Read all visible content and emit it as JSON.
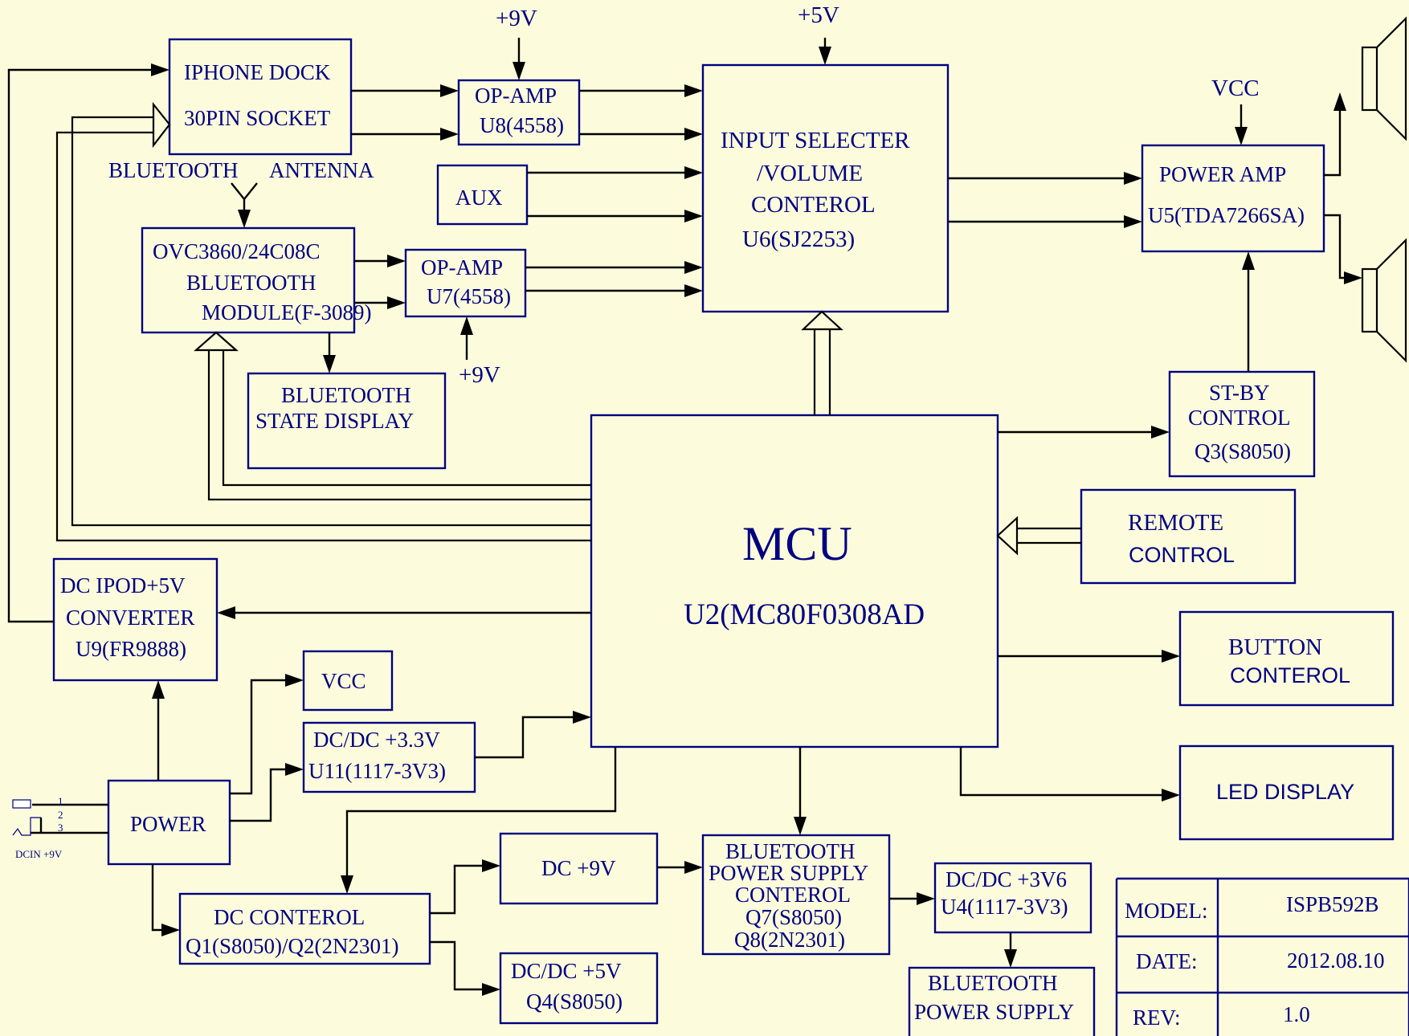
{
  "colors": {
    "background": "#fcfcdc",
    "text": "#000080",
    "box": "#000080",
    "wire": "#000000"
  },
  "iphone_dock": {
    "line1": "IPHONE DOCK",
    "line2": "30PIN SOCKET"
  },
  "opamp_u8": {
    "line1": "OP-AMP",
    "line2": "U8(4558)",
    "supply": "+9V"
  },
  "aux": {
    "label": "AUX"
  },
  "input_selector": {
    "line1": "INPUT SELECTER",
    "line2": "/VOLUME",
    "line3": "CONTEROL",
    "line4": "U6(SJ2253)",
    "supply": "+5V"
  },
  "power_amp": {
    "line1": "POWER AMP",
    "line2": "U5(TDA7266SA)",
    "supply": "VCC"
  },
  "bt_antenna": {
    "left": "BLUETOOTH",
    "right": "ANTENNA"
  },
  "bt_module": {
    "line1": "OVC3860/24C08C",
    "line2": "BLUETOOTH",
    "line3": "MODULE(F-3089)"
  },
  "opamp_u7": {
    "line1": "OP-AMP",
    "line2": "U7(4558)",
    "supply": "+9V"
  },
  "bt_display": {
    "line1": "BLUETOOTH",
    "line2": "STATE  DISPLAY"
  },
  "standby": {
    "line1": "ST-BY",
    "line2": "CONTROL",
    "line3": "Q3(S8050)"
  },
  "mcu": {
    "title": "MCU",
    "part": "U2(MC80F0308AD"
  },
  "remote": {
    "line1": "REMOTE",
    "line2": "CONTROL"
  },
  "button": {
    "line1": "BUTTON",
    "line2": "CONTEROL"
  },
  "led": {
    "label": "LED  DISPLAY"
  },
  "dc_ipod": {
    "line1": "DC   IPOD+5V",
    "line2": "CONVERTER",
    "line3": "U9(FR9888)"
  },
  "vcc_box": {
    "label": "VCC"
  },
  "dcdc33": {
    "line1": "DC/DC +3.3V",
    "line2": "U11(1117-3V3)"
  },
  "power": {
    "label": "POWER"
  },
  "dcin": {
    "label": "DCIN   +9V",
    "pin1": "1",
    "pin2": "2",
    "pin3": "3"
  },
  "dc_control": {
    "line1": "DC  CONTEROL",
    "line2": "Q1(S8050)/Q2(2N2301)"
  },
  "dc9": {
    "label": "DC +9V"
  },
  "dcdc5": {
    "line1": "DC/DC +5V",
    "line2": "Q4(S8050)"
  },
  "bt_ps_control": {
    "line1": "BLUETOOTH",
    "line2": "POWER SUPPLY",
    "line3": "CONTEROL",
    "line4": "Q7(S8050)",
    "line5": "Q8(2N2301)"
  },
  "dcdc3v6": {
    "line1": "DC/DC +3V6",
    "line2": "U4(1117-3V3)"
  },
  "bt_ps": {
    "line1": "BLUETOOTH",
    "line2": "POWER SUPPLY"
  },
  "title_block": {
    "model_label": "MODEL:",
    "model_value": "ISPB592B",
    "date_label": "DATE:",
    "date_value": "2012.08.10",
    "rev_label": "REV:",
    "rev_value": "1.0"
  }
}
